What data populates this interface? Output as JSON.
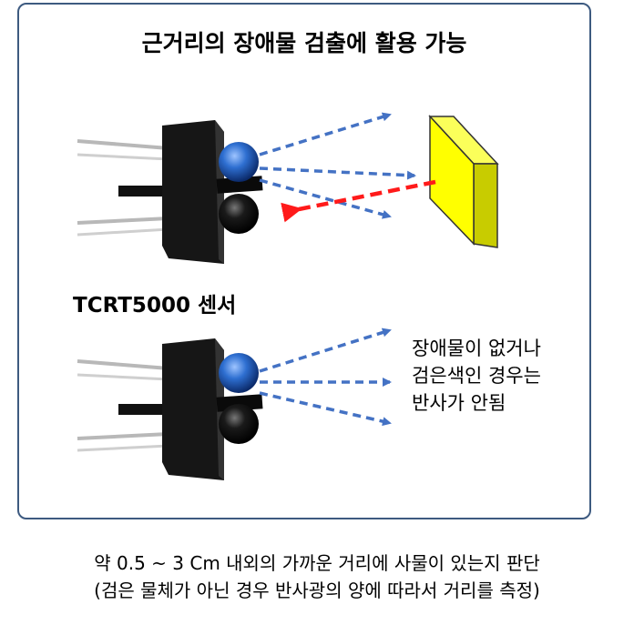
{
  "title": "근거리의 장애물 검출에 활용 가능",
  "sensor_label": "TCRT5000 센서",
  "no_reflection_note": [
    "장애물이 없거나",
    "검은색인 경우는",
    "반사가 안됨"
  ],
  "caption": [
    "약 0.5 ~ 3 Cm 내외의 가까운 거리에 사물이 있는지 판단",
    "(검은 물체가 아닌 경우 반사광의 양에 따라서 거리를 측정)"
  ],
  "colors": {
    "frame_border": "#3d5a80",
    "emitted_ray": "#4472c4",
    "reflected_ray": "#ff1a1a",
    "obstacle_fill": "#ffff00",
    "obstacle_stroke": "#333333",
    "emitter_lens": "#2e6fd1",
    "receiver_lens": "#111111"
  },
  "icons": {
    "sensor_top": "ir-sensor-icon",
    "sensor_bottom": "ir-sensor-icon",
    "obstacle": "obstacle-block-icon"
  }
}
